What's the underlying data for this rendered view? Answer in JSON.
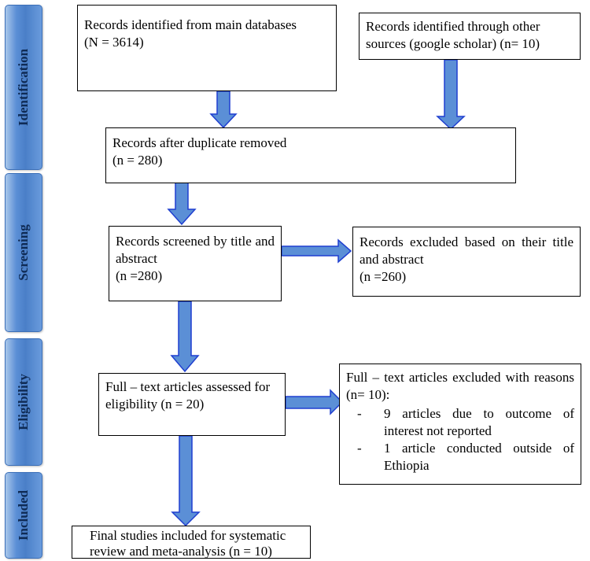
{
  "stages": {
    "identification": "Identification",
    "screening": "Screening",
    "eligibility": "Eligibility",
    "included": "Included"
  },
  "boxes": {
    "main_db": {
      "line1": "Records identified from main databases",
      "line2": "(N = 3614)"
    },
    "other_sources": {
      "line1": "Records identified through other sources (google scholar) (n= 10)"
    },
    "after_duplicates": {
      "line1": "Records after duplicate removed",
      "line2": "(n = 280)"
    },
    "screened": {
      "line1": "Records screened by title and abstract",
      "line2": "(n =280)"
    },
    "excluded_screen": {
      "line1": "Records excluded based on their title and abstract",
      "line2": "(n =260)"
    },
    "fulltext_assessed": {
      "line1": "Full – text articles assessed for eligibility (n = 20)"
    },
    "fulltext_excluded": {
      "line1": "Full – text articles excluded with reasons (n= 10):",
      "items": [
        {
          "dash": "-",
          "text": "9 articles due to outcome of interest not reported"
        },
        {
          "dash": "-",
          "text": "1 article conducted outside of Ethiopia"
        }
      ]
    },
    "final": {
      "line1": "Final studies included for systematic review and meta-analysis (n = 10)"
    }
  },
  "colors": {
    "arrow_fill": "#5b8fd6",
    "arrow_stroke": "#1f3fd0",
    "stage_fill": "#4a7fc8"
  }
}
